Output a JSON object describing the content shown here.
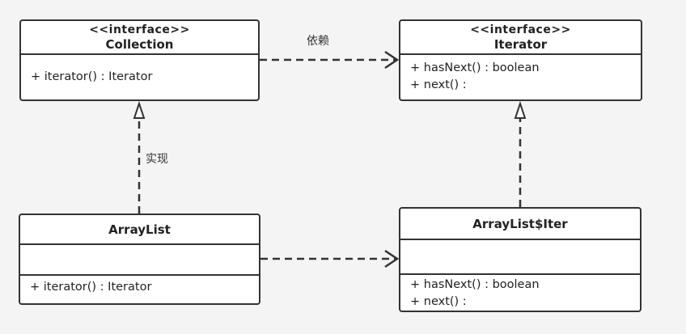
{
  "classes": {
    "collection": {
      "stereotype": "<<interface>>",
      "name": "Collection",
      "operations": [
        "+ iterator() : Iterator"
      ]
    },
    "iterator": {
      "stereotype": "<<interface>>",
      "name": "Iterator",
      "operations": [
        "+ hasNext() : boolean",
        "+ next() :"
      ]
    },
    "arraylist": {
      "name": "ArrayList",
      "operations": [
        "+ iterator() : Iterator"
      ]
    },
    "arraylist_iter": {
      "name": "ArrayList$Iter",
      "operations": [
        "+ hasNext() : boolean",
        "+ next() :"
      ]
    }
  },
  "relations": {
    "dependency_label": "依赖",
    "realization_label": "实现"
  },
  "colors": {
    "line": "#333333",
    "box_fill": "#ffffff",
    "background": "#f4f4f4"
  }
}
